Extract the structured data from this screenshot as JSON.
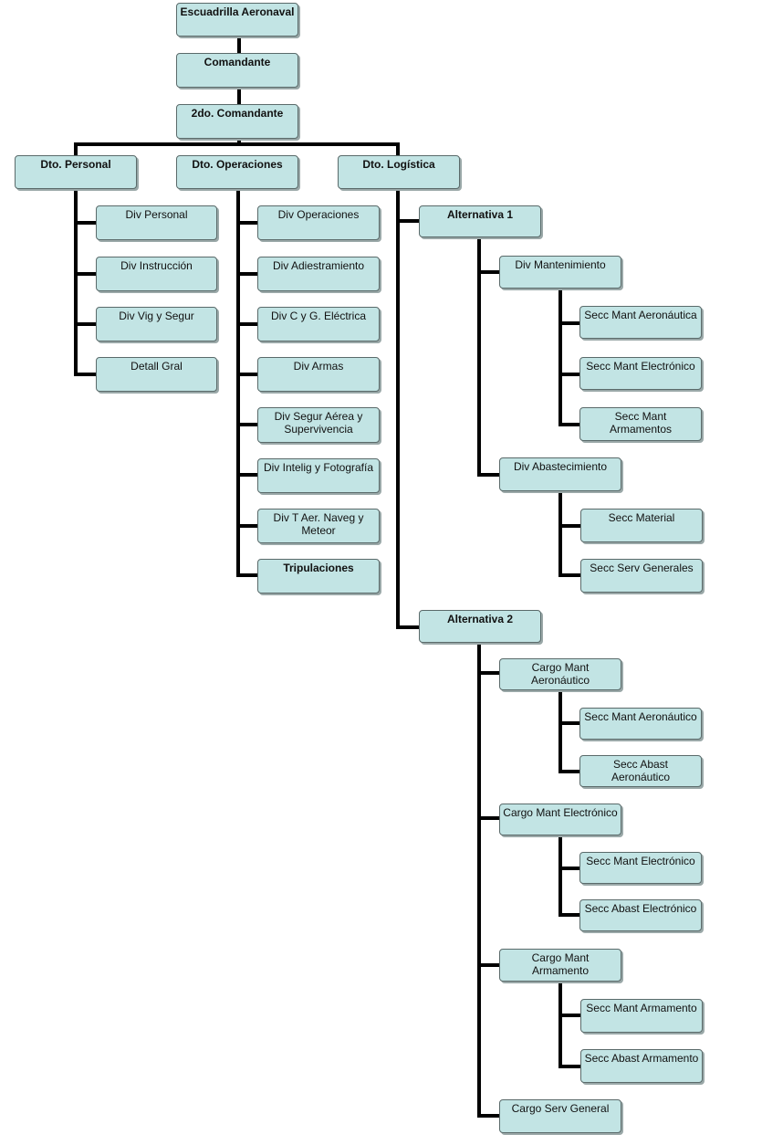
{
  "colors": {
    "box_fill": "#c2e4e4",
    "box_border": "#5a6a6a",
    "connector": "#000000"
  },
  "nodes": {
    "root": "Escuadrilla Aeronaval",
    "cmd": "Comandante",
    "cmd2": "2do. Comandante",
    "dto_personal": "Dto. Personal",
    "dto_operaciones": "Dto. Operaciones",
    "dto_logistica": "Dto. Logística",
    "div_personal": "Div Personal",
    "div_instruccion": "Div Instrucción",
    "div_vig": "Div Vig y Segur",
    "detall": "Detall Gral",
    "div_operaciones": "Div Operaciones",
    "div_adiestramiento": "Div Adiestramiento",
    "div_cyg": "Div C y G. Eléctrica",
    "div_armas": "Div Armas",
    "div_segur": "Div Segur  Aérea y\nSupervivencia",
    "div_intelig": "Div Intelig y Fotografía",
    "div_taer": "Div T Aer. Naveg y\nMeteor",
    "tripulaciones": "Tripulaciones",
    "alt1": "Alternativa 1",
    "div_mant": "Div Mantenimiento",
    "secc_mant_aero_1": "Secc Mant Aeronáutica",
    "secc_mant_elec_1": "Secc Mant Electrónico",
    "secc_mant_arm_1": "Secc Mant\nArmamentos",
    "div_abast": "Div Abastecimiento",
    "secc_material": "Secc Material",
    "secc_serv_gen": "Secc Serv Generales",
    "alt2": "Alternativa 2",
    "cargo_mant_aero": "Cargo Mant\nAeronáutico",
    "secc_mant_aero_2": "Secc Mant Aeronáutico",
    "secc_abast_aero": "Secc Abast\nAeronáutico",
    "cargo_mant_elec": "Cargo Mant Electrónico",
    "secc_mant_elec_2": "Secc Mant Electrónico",
    "secc_abast_elec": "Secc Abast Electrónico",
    "cargo_mant_arm": "Cargo Mant\nArmamento",
    "secc_mant_arm_2": "Secc Mant Armamento",
    "secc_abast_arm": "Secc Abast Armamento",
    "cargo_serv_gen": "Cargo Serv General"
  }
}
